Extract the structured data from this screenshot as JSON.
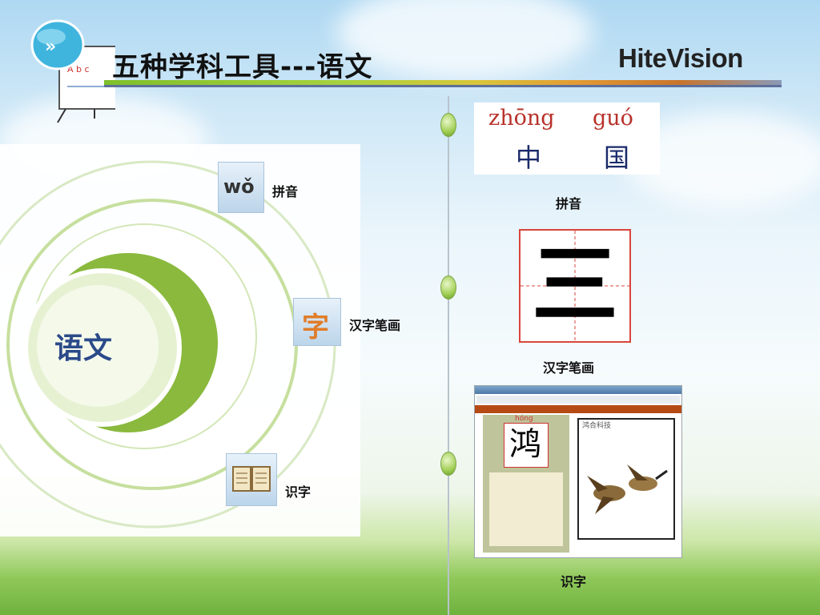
{
  "header": {
    "title": "五种学科工具---语文",
    "brand": "HiteVision"
  },
  "diagram": {
    "center_label": "语文",
    "items": [
      {
        "label": "拼音",
        "icon": "pinyin-wo-icon",
        "icon_text": "wǒ"
      },
      {
        "label": "汉字笔画",
        "icon": "zi-character-icon",
        "icon_text": "字"
      },
      {
        "label": "识字",
        "icon": "book-icon"
      }
    ]
  },
  "pinyin_card": {
    "pinyin_1": "zhōng",
    "pinyin_2": "guó",
    "char_1": "中",
    "char_2": "国",
    "caption": "拼音"
  },
  "stroke_card": {
    "character": "三",
    "caption": "汉字笔画"
  },
  "literacy_card": {
    "pinyin": "hóng",
    "character": "鸿",
    "logo_text": "鸿合科技",
    "caption": "识字"
  },
  "colors": {
    "accent_green": "#8dc63f",
    "diagram_text": "#2b4a8a",
    "pinyin_red": "#b8322a"
  }
}
